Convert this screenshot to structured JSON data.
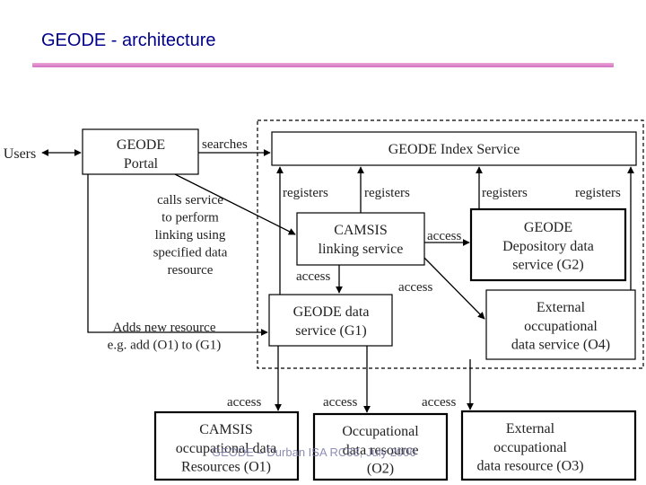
{
  "slide": {
    "title": "GEODE - architecture",
    "footer": "GEODE – Durban ISA RC33, July 2006"
  },
  "diagram": {
    "nodes": {
      "users": [
        "Users"
      ],
      "portal": [
        "GEODE",
        "Portal"
      ],
      "index_service": [
        "GEODE Index Service"
      ],
      "camsis_linking": [
        "CAMSIS",
        "linking service"
      ],
      "depository": [
        "GEODE",
        "Depository data",
        "service (G2)"
      ],
      "geode_data_service": [
        "GEODE data",
        "service (G1)"
      ],
      "external_service": [
        "External",
        "occupational",
        "data service (O4)"
      ],
      "camsis_resources": [
        "CAMSIS",
        "occupational data",
        "Resources (O1)"
      ],
      "occ_resource": [
        "Occupational",
        "data resource",
        "(O2)"
      ],
      "external_resource": [
        "External",
        "occupational",
        "data resource (O3)"
      ]
    },
    "edge_labels": {
      "searches": [
        "searches"
      ],
      "registers": [
        "registers"
      ],
      "access": [
        "access"
      ],
      "calls_service": [
        "calls service",
        "to perform",
        "linking using",
        "specified data",
        "resource"
      ],
      "adds_resource": [
        "Adds new resource",
        "e.g. add (O1) to (G1)"
      ]
    }
  }
}
